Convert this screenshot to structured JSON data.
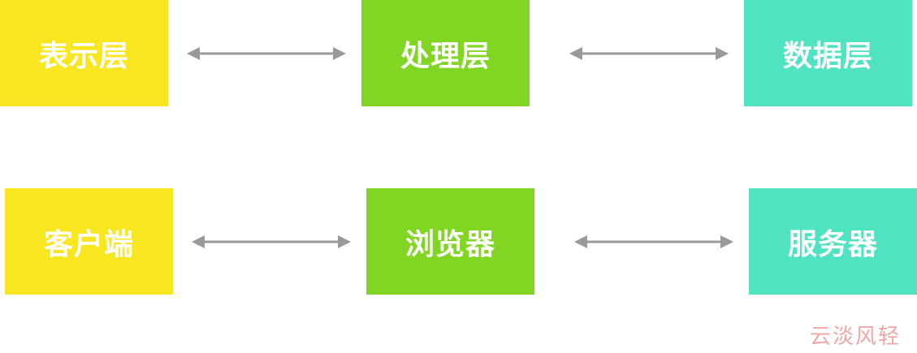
{
  "colors": {
    "presentation": "#F7E620",
    "processing": "#80D623",
    "data": "#50E3C2",
    "arrow": "#999999",
    "watermark": "#F0A7A7"
  },
  "rows": [
    {
      "boxes": [
        {
          "label": "表示层",
          "color_key": "presentation"
        },
        {
          "label": "处理层",
          "color_key": "processing"
        },
        {
          "label": "数据层",
          "color_key": "data"
        }
      ]
    },
    {
      "boxes": [
        {
          "label": "客户端",
          "color_key": "presentation"
        },
        {
          "label": "浏览器",
          "color_key": "processing"
        },
        {
          "label": "服务器",
          "color_key": "data"
        }
      ]
    }
  ],
  "arrows": [
    {
      "from": "表示层",
      "to": "处理层",
      "style": "bidirectional"
    },
    {
      "from": "处理层",
      "to": "数据层",
      "style": "bidirectional"
    },
    {
      "from": "客户端",
      "to": "浏览器",
      "style": "bidirectional"
    },
    {
      "from": "浏览器",
      "to": "服务器",
      "style": "bidirectional"
    }
  ],
  "watermark": "云淡风轻"
}
